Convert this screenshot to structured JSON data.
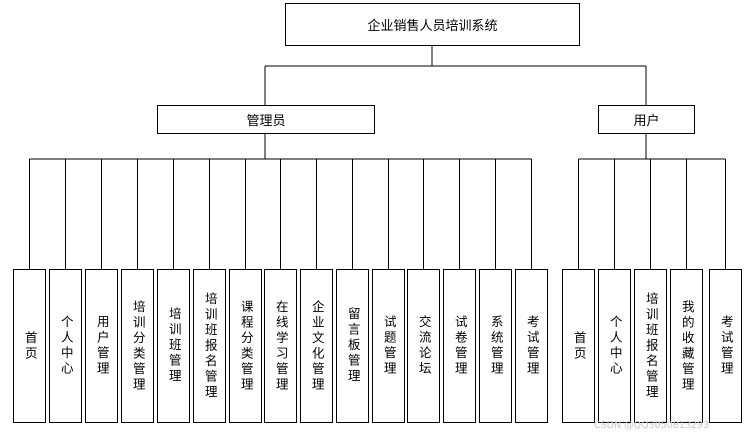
{
  "root": {
    "label": "企业销售人员培训系统"
  },
  "admin": {
    "label": "管理员",
    "children": [
      "首页",
      "个人中心",
      "用户管理",
      "培训分类管理",
      "培训班管理",
      "培训班报名管理",
      "课程分类管理",
      "在线学习管理",
      "企业文化管理",
      "留言板管理",
      "试题管理",
      "交流论坛",
      "试卷管理",
      "系统管理",
      "考试管理"
    ]
  },
  "user": {
    "label": "用户",
    "children": [
      "首页",
      "个人中心",
      "培训班报名管理",
      "我的收藏管理",
      "考试管理"
    ]
  },
  "footer": {
    "text": "CSDN @QQ3050813293"
  },
  "colors": {
    "line": "#000000",
    "box_border": "#000000",
    "background": "#ffffff"
  }
}
